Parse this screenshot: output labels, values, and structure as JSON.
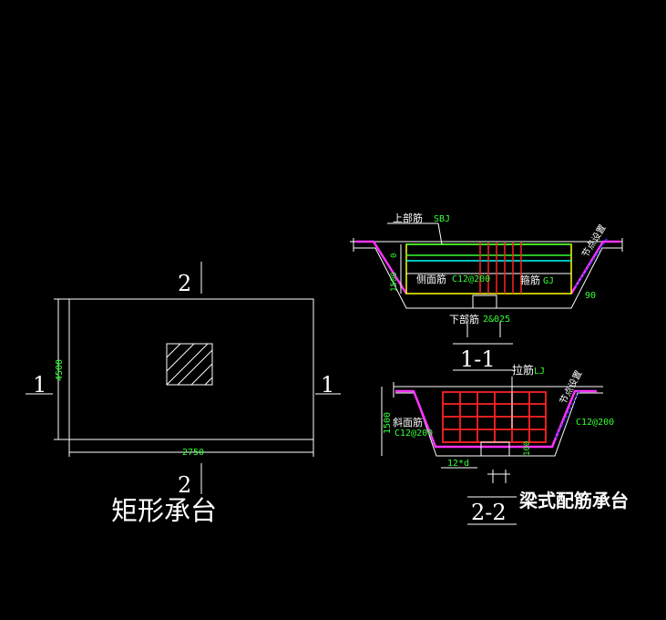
{
  "colors": {
    "background": "#000000",
    "outline": "#ffffff",
    "dimension_text": "#33ff33",
    "top_bar": "#33ff33",
    "top_bar_2": "#00ffff",
    "side_bar": "#ffff00",
    "stirrup": "#ff2222",
    "slope_bar": "#ff33ff",
    "dot_line": "#3333ff"
  },
  "left_drawing": {
    "title": "矩形承台",
    "section_mark_top": "2",
    "section_mark_bottom": "2",
    "section_mark_left": "1",
    "section_mark_right": "1",
    "dim_height": "4500",
    "dim_width": "2750"
  },
  "section_1_1": {
    "title": "1-1",
    "label_top": "上部筋",
    "code_top": "SBJ",
    "label_side": "侧面筋",
    "code_side": "C12@200",
    "label_stirrup": "箍筋",
    "code_stirrup": "GJ",
    "label_bottom": "下部筋",
    "code_bottom": "2&025",
    "label_slope": "节点设置",
    "dim_a": "0",
    "dim_b": "1500",
    "angle": "90"
  },
  "section_2_2": {
    "title": "2-2",
    "label_tie": "拉筋",
    "code_tie": "LJ",
    "label_slope_face": "斜面筋",
    "code_slope_face": "C12@200",
    "code_right": "C12@200",
    "label_slope": "节点设置",
    "dim_height": "1500",
    "dim_small": "100",
    "dim_bottom": "12*d"
  },
  "caption": "梁式配筋承台"
}
